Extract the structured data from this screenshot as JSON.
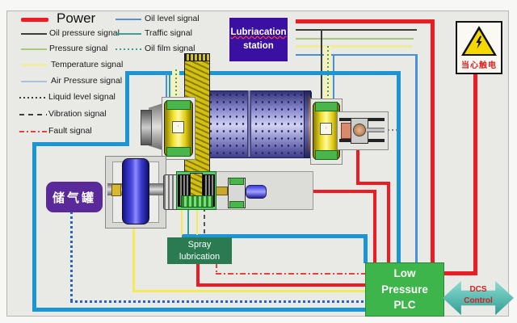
{
  "legend": {
    "left": [
      {
        "label": "Power",
        "style": "solid-thick",
        "color": "#ed1c24"
      },
      {
        "label": "Oil pressure signal",
        "style": "solid",
        "color": "#3c3c3c"
      },
      {
        "label": "Pressure signal",
        "style": "solid",
        "color": "#a8c87e"
      },
      {
        "label": "Temperature signal",
        "style": "solid",
        "color": "#f0eca0"
      },
      {
        "label": "Air Pressure signal",
        "style": "solid",
        "color": "#a9c0dc"
      },
      {
        "label": "Liquid level signal",
        "style": "dotted",
        "color": "#3c3c3c"
      },
      {
        "label": "Vibration signal",
        "style": "dashed",
        "color": "#3c3c3c"
      },
      {
        "label": "Fault signal",
        "style": "dash-dot",
        "color": "#e8413c"
      }
    ],
    "right": [
      {
        "label": "Oil level signal",
        "style": "solid",
        "color": "#5b8fd0"
      },
      {
        "label": "Traffic signal",
        "style": "solid",
        "color": "#3d9e96"
      },
      {
        "label": "Oil film signal",
        "style": "dotted",
        "color": "#3d9e96"
      }
    ]
  },
  "boxes": {
    "lubrication_station": {
      "line1": "Lubriacation",
      "line2": "station",
      "bg": "#3a10a2"
    },
    "air_tank": {
      "label": "储气罐",
      "bg": "#5a2a9a"
    },
    "warning": {
      "label": "当心触电",
      "accent": "#e02020"
    },
    "spray": {
      "line1": "Spray",
      "line2": "lubrication",
      "bg": "#2a7a52"
    },
    "plc": {
      "line1": "Low",
      "line2": "Pressure",
      "line3": "PLC",
      "bg": "#3db54a"
    },
    "dcs": {
      "line1": "DCS",
      "line2": "Control",
      "bg": "#2e9a90"
    }
  },
  "wire_colors": {
    "power": "#ed1c24",
    "air_pressure_bus": "#1b95d4",
    "oil_level": "#4a90d9",
    "temperature": "#f3e959",
    "traffic": "#2f9e8e",
    "liquid_level": "#2663c7",
    "fault": "#e8413c"
  }
}
